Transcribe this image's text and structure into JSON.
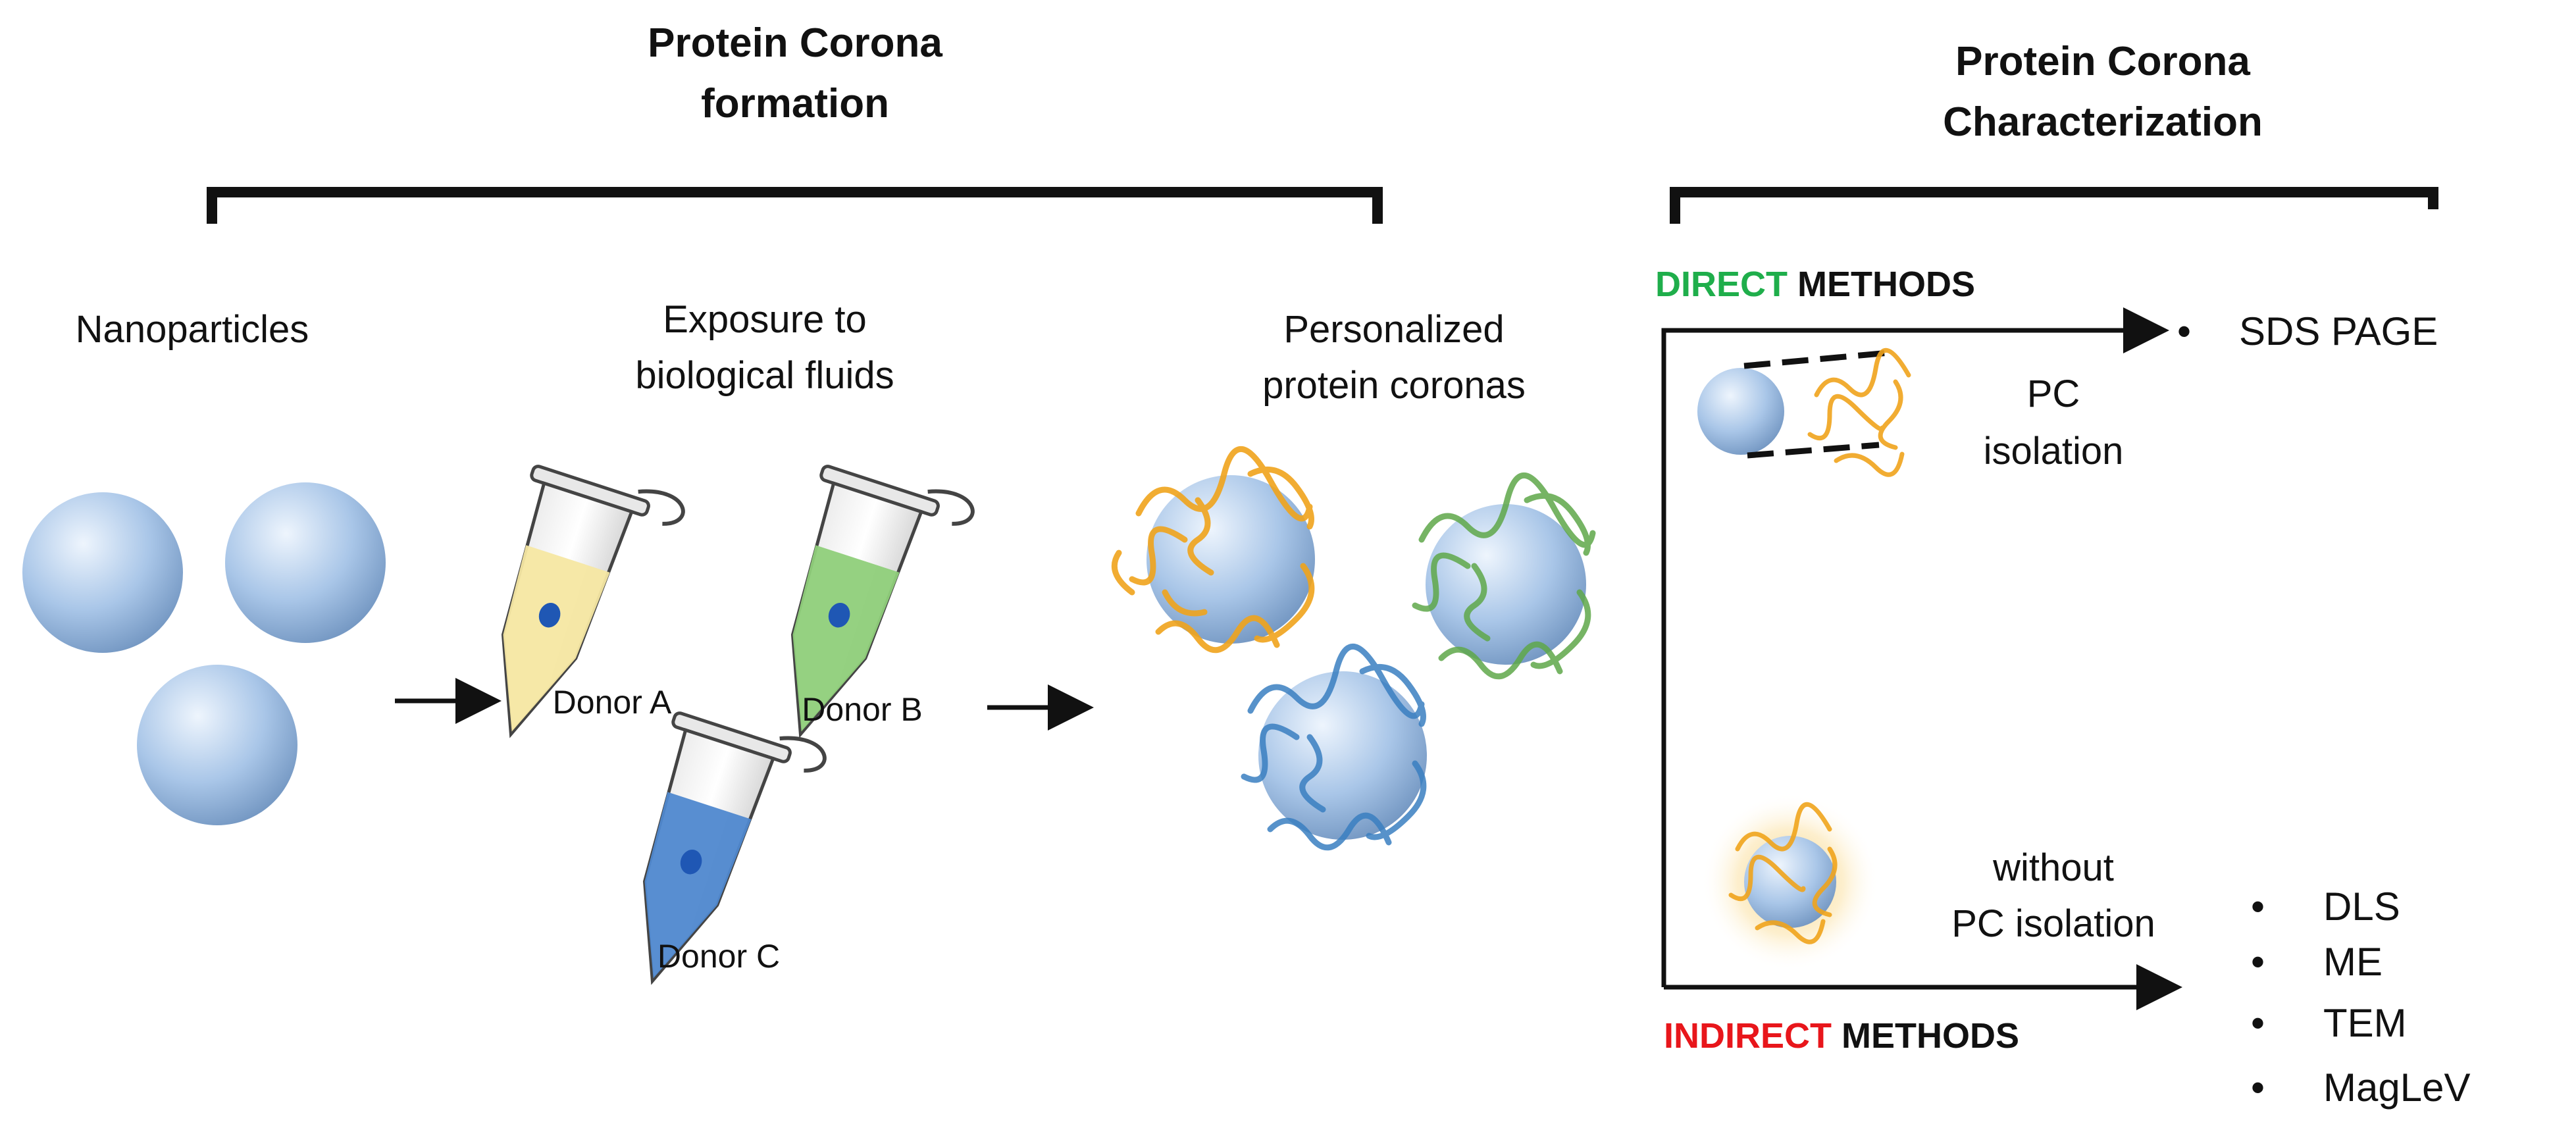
{
  "formation": {
    "title_line1": "Protein Corona",
    "title_line2": "formation",
    "nanoparticles_label": "Nanoparticles",
    "exposure_line1": "Exposure to",
    "exposure_line2": "biological fluids",
    "donors": [
      "Donor A",
      "Donor B",
      "Donor C"
    ],
    "personalized_line1": "Personalized",
    "personalized_line2": "protein coronas"
  },
  "characterization": {
    "title_line1": "Protein Corona",
    "title_line2": "Characterization",
    "direct": {
      "word": "DIRECT",
      "word_color": "#1fae4b",
      "rest": " METHODS",
      "desc_line1": "PC",
      "desc_line2": "isolation",
      "items": [
        "SDS PAGE"
      ]
    },
    "indirect": {
      "word": "INDIRECT",
      "word_color": "#e8161b",
      "rest": " METHODS",
      "desc_line1": "without",
      "desc_line2": "PC isolation",
      "items": [
        "DLS",
        "ME",
        "TEM",
        "MagLeV"
      ]
    },
    "bullet": "•"
  },
  "colors": {
    "sphere": "#a9c6e8",
    "protein_orange": "#f0a41c",
    "protein_green": "#5fa84a",
    "protein_blue": "#3a7fc1",
    "fluid_yellow": "#f6e7a2",
    "fluid_green": "#8fcf7a",
    "fluid_blue": "#4f88cf"
  }
}
